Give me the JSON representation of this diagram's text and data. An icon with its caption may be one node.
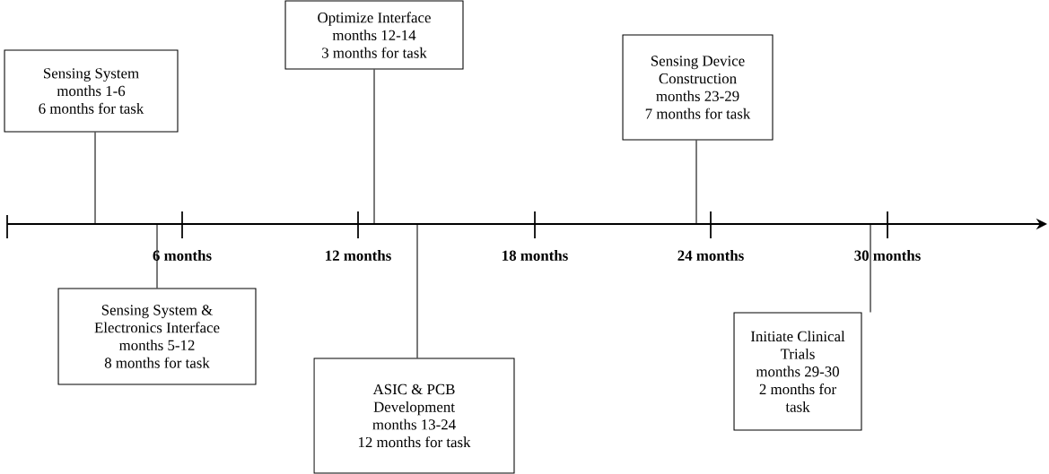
{
  "diagram": {
    "nodes": [
      {
        "text": [
          "Sensing System",
          "months 1-6",
          "6 months for task"
        ]
      },
      {
        "text": [
          "Sensing System & Electronics Interface",
          "months 5-12",
          "8 months for task"
        ]
      },
      {
        "text": [
          "Optimize Interface",
          "months 12-14",
          "3 months for task"
        ]
      },
      {
        "text": [
          "ASIC & PCB Development",
          "months 13-24",
          "12 months for task"
        ]
      },
      {
        "text": [
          "Sensing Device Construction",
          "months 23-29",
          "7 months for task"
        ]
      },
      {
        "text": [
          "Initiate Clinical Trials",
          "months 29-30",
          "2 months for task"
        ]
      }
    ],
    "edges": [
      {
        "from": 0,
        "to": null,
        "arrow": "none"
      },
      {
        "from": 1,
        "to": null,
        "arrow": "none"
      },
      {
        "from": 2,
        "to": null,
        "arrow": "none"
      },
      {
        "from": 3,
        "to": null,
        "arrow": "none"
      },
      {
        "from": 4,
        "to": null,
        "arrow": "none"
      },
      {
        "from": 5,
        "to": null,
        "arrow": "none"
      }
    ],
    "labels": [
      "6 months",
      "12 months",
      "18 months",
      "24 months",
      "30 months"
    ]
  }
}
